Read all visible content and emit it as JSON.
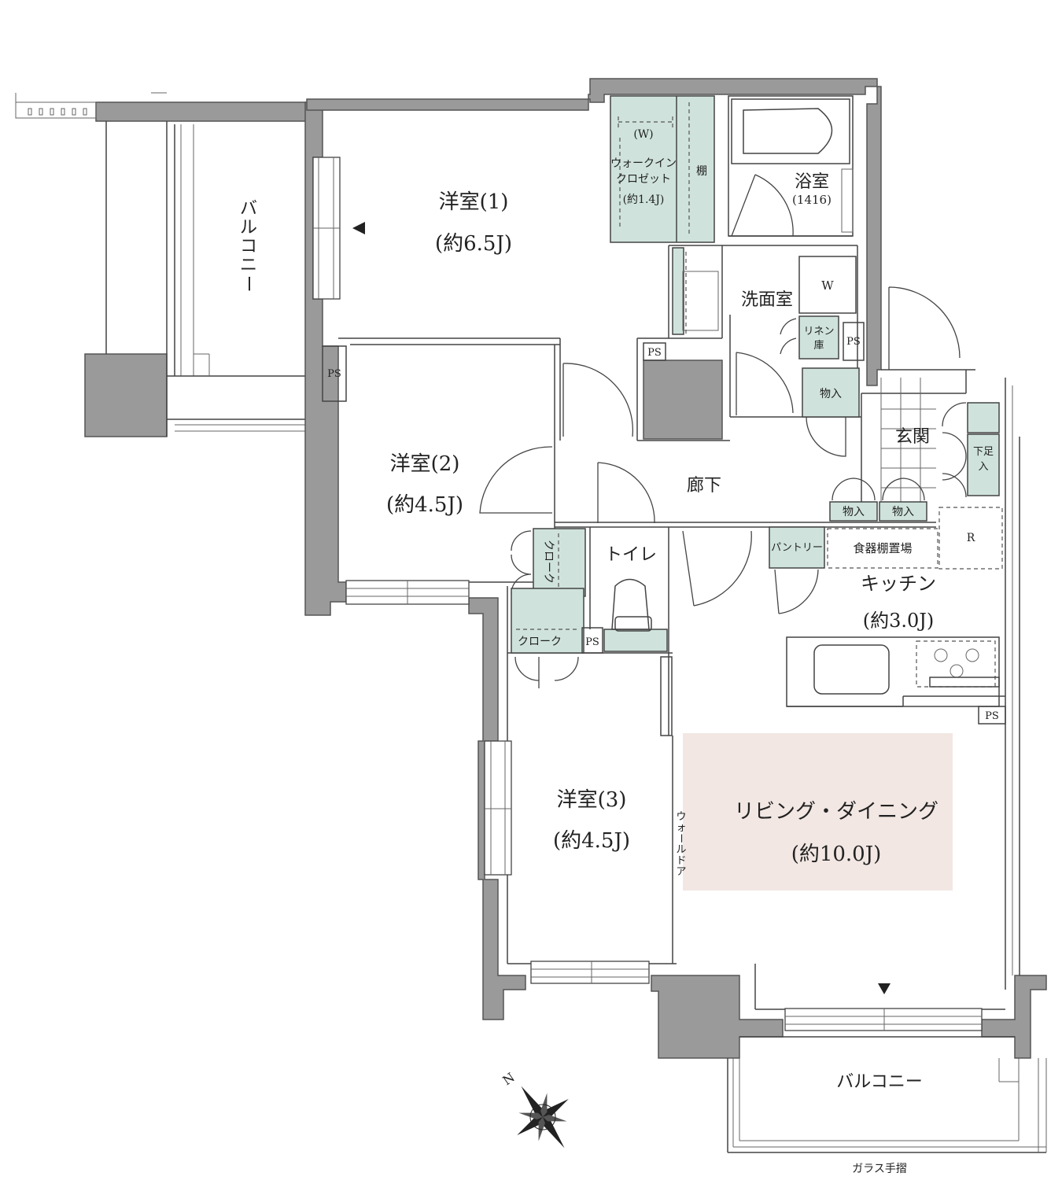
{
  "rooms": {
    "bedroom1": {
      "name": "洋室(1)",
      "size": "(約6.5J)"
    },
    "bedroom2": {
      "name": "洋室(2)",
      "size": "(約4.5J)"
    },
    "bedroom3": {
      "name": "洋室(3)",
      "size": "(約4.5J)"
    },
    "living": {
      "name": "リビング・ダイニング",
      "size": "(約10.0J)"
    },
    "kitchen": {
      "name": "キッチン",
      "size": "(約3.0J)"
    },
    "bath": {
      "name": "浴室",
      "size": "(1416)"
    },
    "washroom": {
      "name": "洗面室"
    },
    "entrance": {
      "name": "玄関"
    },
    "hallway": {
      "name": "廊下"
    },
    "toilet": {
      "name": "トイレ"
    },
    "walk_in_closet": {
      "name": "ウォークイン\nクロゼット",
      "line1": "ウォークイン",
      "line2": "クロゼット",
      "size": "(約1.4J)",
      "hanger": "(W)",
      "shelf": "棚"
    },
    "balcony_west": {
      "name": "バルコニー"
    },
    "balcony_south": {
      "name": "バルコニー"
    }
  },
  "labels": {
    "ps": "PS",
    "washer": "W",
    "linen_line1": "リネン",
    "linen_line2": "庫",
    "storage": "物入",
    "shoe_line1": "下足",
    "shoe_line2": "入",
    "pantry": "パントリー",
    "dish_shelf": "食器棚置場",
    "fridge": "R",
    "closet": "クローク",
    "wall_door": "ウォールドア",
    "glass_railing": "ガラス手摺",
    "north": "N"
  }
}
